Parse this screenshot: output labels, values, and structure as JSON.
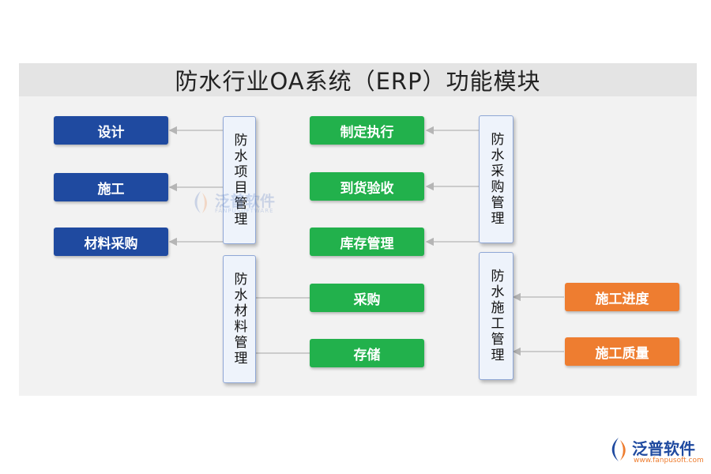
{
  "title": "防水行业OA系统（ERP）功能模块",
  "modules": {
    "project": "防水项目管理",
    "material": "防水材料管理",
    "purchase": "防水采购管理",
    "construction": "防水施工管理"
  },
  "project_items": [
    "设计",
    "施工",
    "材料采购"
  ],
  "material_items": [
    "采购",
    "存储"
  ],
  "purchase_items": [
    "制定执行",
    "到货验收",
    "库存管理"
  ],
  "construction_items": [
    "施工进度",
    "施工质量"
  ],
  "watermark": {
    "name": "泛普软件",
    "sub": "FANPUSOFTWARE"
  },
  "logo": {
    "name": "泛普软件",
    "url": "www.fanpusoft.com"
  },
  "colors": {
    "blue": "#1f4aa0",
    "green": "#22b14c",
    "orange": "#ee7d30",
    "module_bg": "#eef3fb"
  }
}
